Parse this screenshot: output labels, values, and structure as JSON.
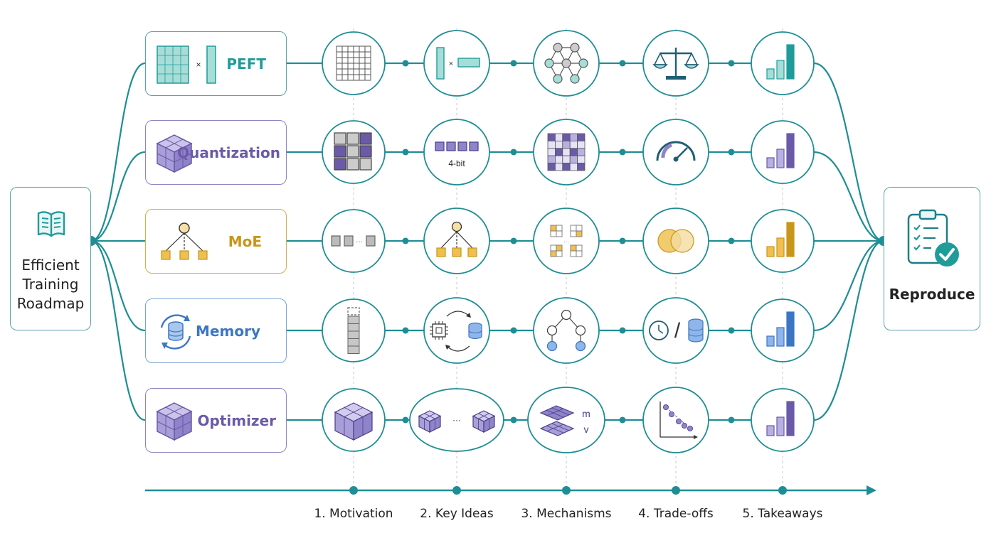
{
  "roadmap": {
    "title": "Efficient Training Roadmap",
    "icon": "open-book-icon"
  },
  "goal": {
    "title": "Reproduce",
    "icon": "checklist-clipboard-icon"
  },
  "topics": [
    {
      "key": "peft",
      "label": "PEFT",
      "color": "#1f9c9a",
      "icon": "low-rank-matrix-icon"
    },
    {
      "key": "quantization",
      "label": "Quantization",
      "color": "#6a5aa8",
      "icon": "cube-icon"
    },
    {
      "key": "moe",
      "label": "MoE",
      "color": "#c9961c",
      "icon": "expert-routing-icon"
    },
    {
      "key": "memory",
      "label": "Memory",
      "color": "#3b76c4",
      "icon": "database-sync-icon"
    },
    {
      "key": "optimizer",
      "label": "Optimizer",
      "color": "#6a5aa8",
      "icon": "cube-icon"
    }
  ],
  "stages": [
    {
      "label": "1. Motivation"
    },
    {
      "label": "2. Key Ideas"
    },
    {
      "label": "3. Mechanisms"
    },
    {
      "label": "4. Trade-offs"
    },
    {
      "label": "5. Takeaways"
    }
  ],
  "cells": {
    "peft": [
      "weight-grid-icon",
      "matrix-product-icon",
      "network-graph-icon",
      "balance-scale-icon",
      "bar-chart-icon"
    ],
    "quantization": [
      "block-grid-icon",
      "4-bit-blocks-icon",
      "quantized-grid-icon",
      "gauge-icon",
      "bar-chart-icon"
    ],
    "moe": [
      "token-sequence-icon",
      "expert-routing-icon",
      "expert-grid-icon",
      "venn-overlap-icon",
      "bar-chart-icon"
    ],
    "memory": [
      "activation-stack-icon",
      "cpu-offload-icon",
      "recompute-tree-icon",
      "time-vs-memory-icon",
      "bar-chart-icon"
    ],
    "optimizer": [
      "state-cube-icon",
      "sharded-cubes-icon",
      "moment-layers-icon",
      "loss-curve-icon",
      "bar-chart-icon"
    ]
  },
  "labels": {
    "four_bit": "4-bit",
    "times": "×",
    "ellipsis": "···",
    "moment_m": "m",
    "moment_v": "v",
    "slash": "/"
  },
  "colors": {
    "teal": "#1f9c9a",
    "purple": "#6a5aa8",
    "gold": "#c9961c",
    "blue": "#3b76c4",
    "wire": "#1e8e94"
  }
}
